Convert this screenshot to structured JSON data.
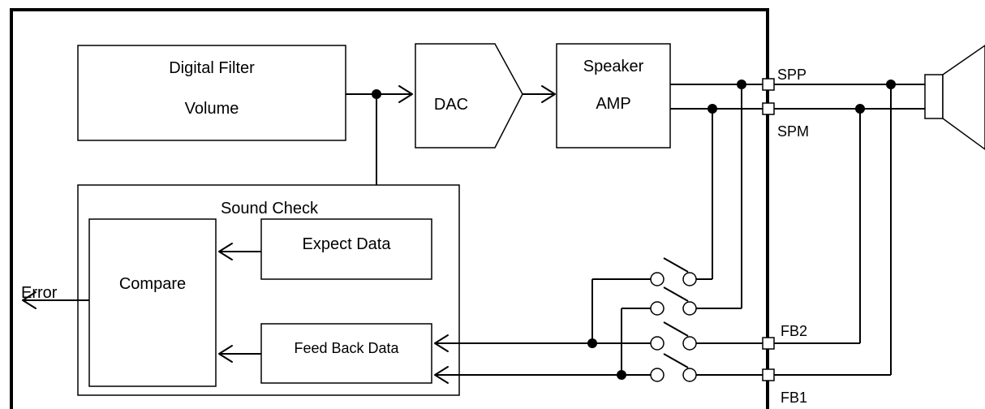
{
  "blocks": {
    "filter_line1": "Digital Filter",
    "filter_line2": "Volume",
    "dac": "DAC",
    "amp_line1": "Speaker",
    "amp_line2": "AMP",
    "sound_check": "Sound Check",
    "expect_data": "Expect Data",
    "compare": "Compare",
    "feedback_data": "Feed Back Data",
    "error": "Error"
  },
  "pins": {
    "spp": "SPP",
    "spm": "SPM",
    "fb2": "FB2",
    "fb1": "FB1"
  }
}
